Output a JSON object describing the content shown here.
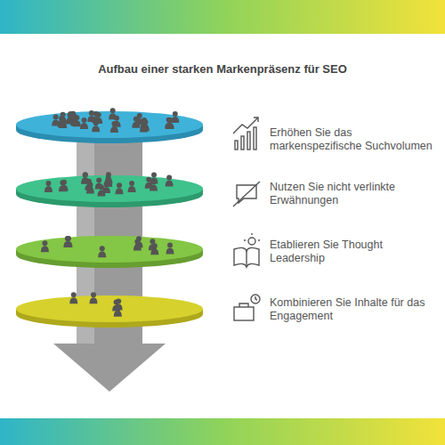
{
  "diagram": {
    "title": "Aufbau einer starken Markenpräsenz für SEO",
    "labels": [
      "Erhöhen Sie das markenspezifische Suchvolumen",
      "Nutzen Sie nicht verlinkte Erwähnungen",
      "Etablieren Sie Thought Leadership",
      "Kombinieren Sie Inhalte für das Engagement"
    ]
  }
}
